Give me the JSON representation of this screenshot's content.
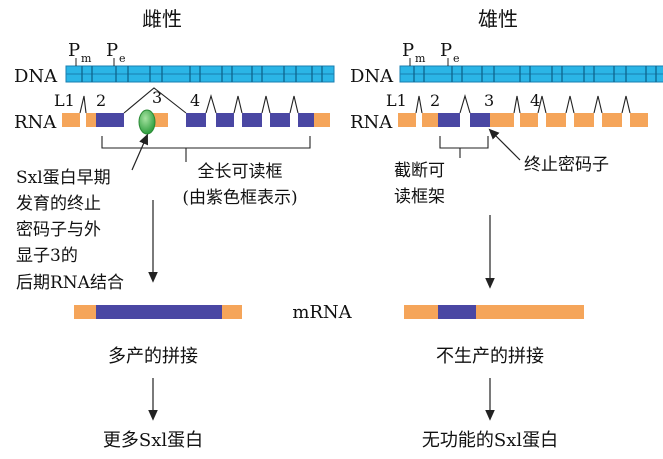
{
  "female": {
    "title": "雌性",
    "annotation_lines": [
      "Sxl蛋白早期",
      "发育的终止",
      "密码子与外",
      "显子3的",
      "后期RNA结合"
    ],
    "frame_label_lines": [
      "全长可读框",
      "(由紫色框表示)"
    ],
    "splicing": "多产的拼接",
    "result": "更多Sxl蛋白"
  },
  "male": {
    "title": "雄性",
    "truncated_label_lines": [
      "截断可",
      "读框架"
    ],
    "stop_codon": "终止密码子",
    "splicing": "不生产的拼接",
    "result": "无功能的Sxl蛋白"
  },
  "labels": {
    "dna": "DNA",
    "rna": "RNA",
    "mrna": "mRNA",
    "promoter_p": "P",
    "promoter_m_sub": "m",
    "promoter_e_sub": "e",
    "exon_l1": "L1",
    "exon_2": "2",
    "exon_3": "3",
    "exon_4": "4"
  },
  "colors": {
    "dna": "#2bb5e6",
    "dna_stroke": "#1a7fb0",
    "exon_orange": "#f5a55a",
    "exon_purple": "#4a47a3",
    "protein_green": "#3cb54a"
  }
}
